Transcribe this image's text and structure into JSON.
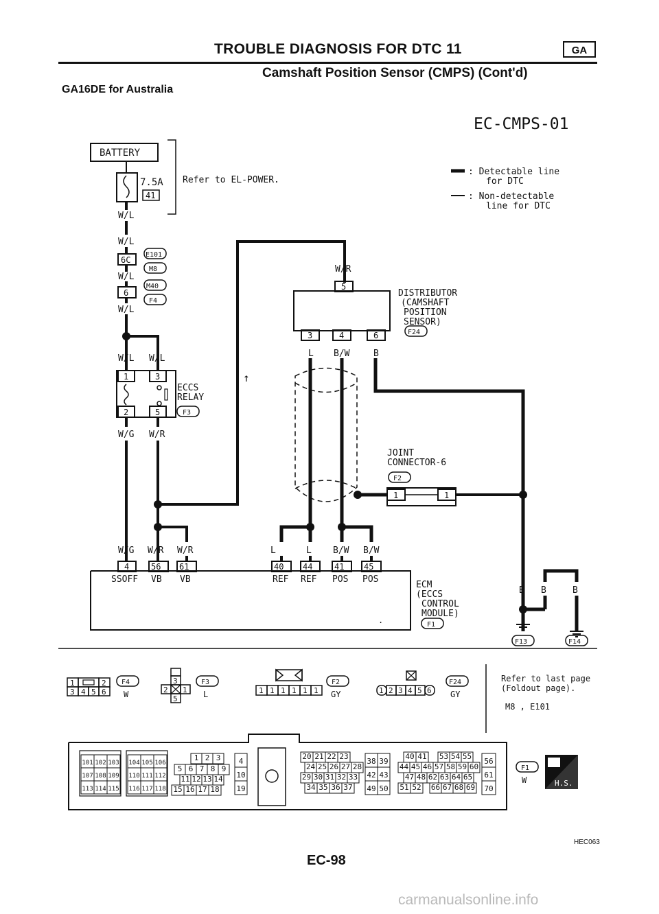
{
  "header": {
    "title": "TROUBLE DIAGNOSIS FOR DTC 11",
    "subtitle": "Camshaft Position Sensor (CMPS) (Cont'd)",
    "variant": "GA16DE for Australia",
    "badge": "GA"
  },
  "diagram_id": "EC-CMPS-01",
  "legend": {
    "detectable": ": Detectable line",
    "detectable_2": "for DTC",
    "nondetectable": ": Non-detectable",
    "nondetectable_2": "line for DTC"
  },
  "battery": {
    "label": "BATTERY",
    "fuse": "7.5A",
    "fuse_no": "41",
    "note": "Refer to EL-POWER."
  },
  "wires": {
    "wl": "W/L",
    "wr": "W/R",
    "wg": "W/G",
    "l": "L",
    "bw": "B/W",
    "b": "B"
  },
  "connectors": {
    "e101": "E101",
    "m8": "M8",
    "m40": "M40",
    "f4": "F4",
    "f3": "F3",
    "f24": "F24",
    "f2": "F2",
    "f1": "F1",
    "f13": "F13",
    "f14": "F14",
    "c6c": "6C",
    "c6": "6"
  },
  "relay": {
    "label": "ECCS",
    "label_2": "RELAY",
    "pins": [
      "1",
      "3",
      "2",
      "5"
    ]
  },
  "distributor": {
    "label": "DISTRIBUTOR",
    "label_2": "(CAMSHAFT",
    "label_3": "POSITION",
    "label_4": "SENSOR)",
    "pin_top": "5",
    "pins": [
      "3",
      "4",
      "6"
    ]
  },
  "joint": {
    "label": "JOINT",
    "label_2": "CONNECTOR-6",
    "pins": [
      "1",
      "1"
    ]
  },
  "ecm": {
    "label": "ECM",
    "label_2": "(ECCS",
    "label_3": "CONTROL",
    "label_4": "MODULE)",
    "pins": [
      "4",
      "56",
      "61",
      "40",
      "44",
      "41",
      "45"
    ],
    "pin_wires": [
      "W/G",
      "W/R",
      "W/R",
      "L",
      "L",
      "B/W",
      "B/W"
    ],
    "terminals": [
      "SSOFF",
      "VB",
      "VB",
      "REF",
      "REF",
      "POS",
      "POS"
    ]
  },
  "connector_views": {
    "f4_pins": [
      "1",
      "2",
      "3",
      "4",
      "5",
      "6"
    ],
    "f4_color": "W",
    "f3_pins": [
      "3",
      "2",
      "1",
      "5"
    ],
    "f3_color": "L",
    "f2_pins": [
      "1",
      "1",
      "1",
      "1",
      "1",
      "1"
    ],
    "f2_color": "GY",
    "f24_pins": [
      "1",
      "2",
      "3",
      "4",
      "5",
      "6"
    ],
    "f24_color": "GY",
    "note": "Refer to last page",
    "note_2": "(Foldout page).",
    "note_refs": "M8 , E101",
    "f1_color": "W",
    "hs": "H.S."
  },
  "ecm_connector": {
    "g1": [
      "101",
      "102",
      "103",
      "107",
      "108",
      "109",
      "113",
      "114",
      "115"
    ],
    "g2": [
      "104",
      "105",
      "106",
      "110",
      "111",
      "112",
      "116",
      "117",
      "118"
    ],
    "g3": [
      "1",
      "2",
      "3",
      "5",
      "6",
      "7",
      "8",
      "9",
      "11",
      "12",
      "13",
      "14",
      "15",
      "16",
      "17",
      "18"
    ],
    "g4": [
      "4",
      "10",
      "19"
    ],
    "g5": [
      "20",
      "21",
      "22",
      "23",
      "24",
      "25",
      "26",
      "27",
      "28",
      "29",
      "30",
      "31",
      "32",
      "33",
      "34",
      "35",
      "36",
      "37"
    ],
    "g6": [
      "38",
      "39",
      "42",
      "43",
      "49",
      "50"
    ],
    "g7": [
      "40",
      "41",
      "53",
      "54",
      "55",
      "44",
      "45",
      "46",
      "57",
      "58",
      "59",
      "60",
      "47",
      "48",
      "62",
      "63",
      "64",
      "65",
      "51",
      "52",
      "66",
      "67",
      "68",
      "69"
    ],
    "g8": [
      "56",
      "61",
      "70"
    ]
  },
  "footer": {
    "code": "HEC063",
    "page": "EC-98",
    "watermark": "carmanualsonline.info"
  }
}
